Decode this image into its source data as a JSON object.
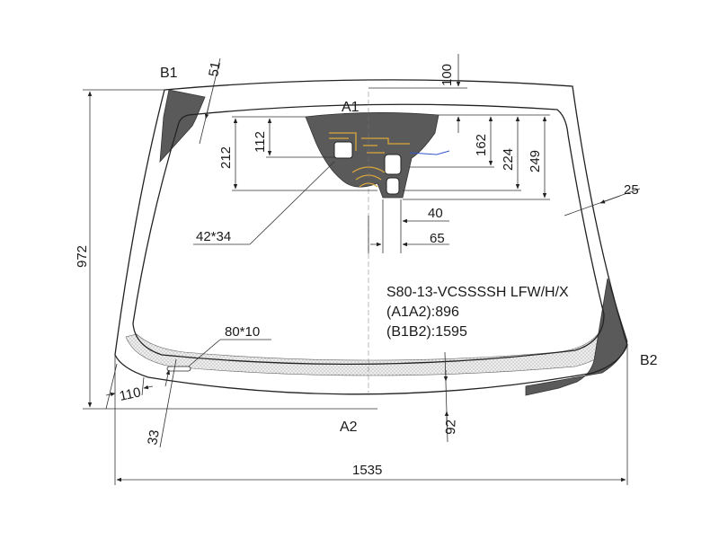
{
  "labels": {
    "b1": "B1",
    "b2": "B2",
    "a1": "A1",
    "a2": "A2"
  },
  "dimensions": {
    "d51": "51",
    "d100": "100",
    "d112": "112",
    "d212": "212",
    "d162": "162",
    "d224": "224",
    "d249": "249",
    "d25": "25",
    "d40": "40",
    "d65": "65",
    "d4234": "42*34",
    "d972": "972",
    "d8010": "80*10",
    "d110": "110",
    "d33": "33",
    "d92": "92",
    "d1535": "1535"
  },
  "info": {
    "part_code": "S80-13-VCSSSSH LFW/H/X",
    "a1a2": "(A1A2):896",
    "b1b2": "(B1B2):1595"
  },
  "colors": {
    "dark_print": "#5a5a5a",
    "sensor_gold": "#d9a63a",
    "blue_wire": "#3355cc",
    "dot_band": "#e4e4e4"
  }
}
